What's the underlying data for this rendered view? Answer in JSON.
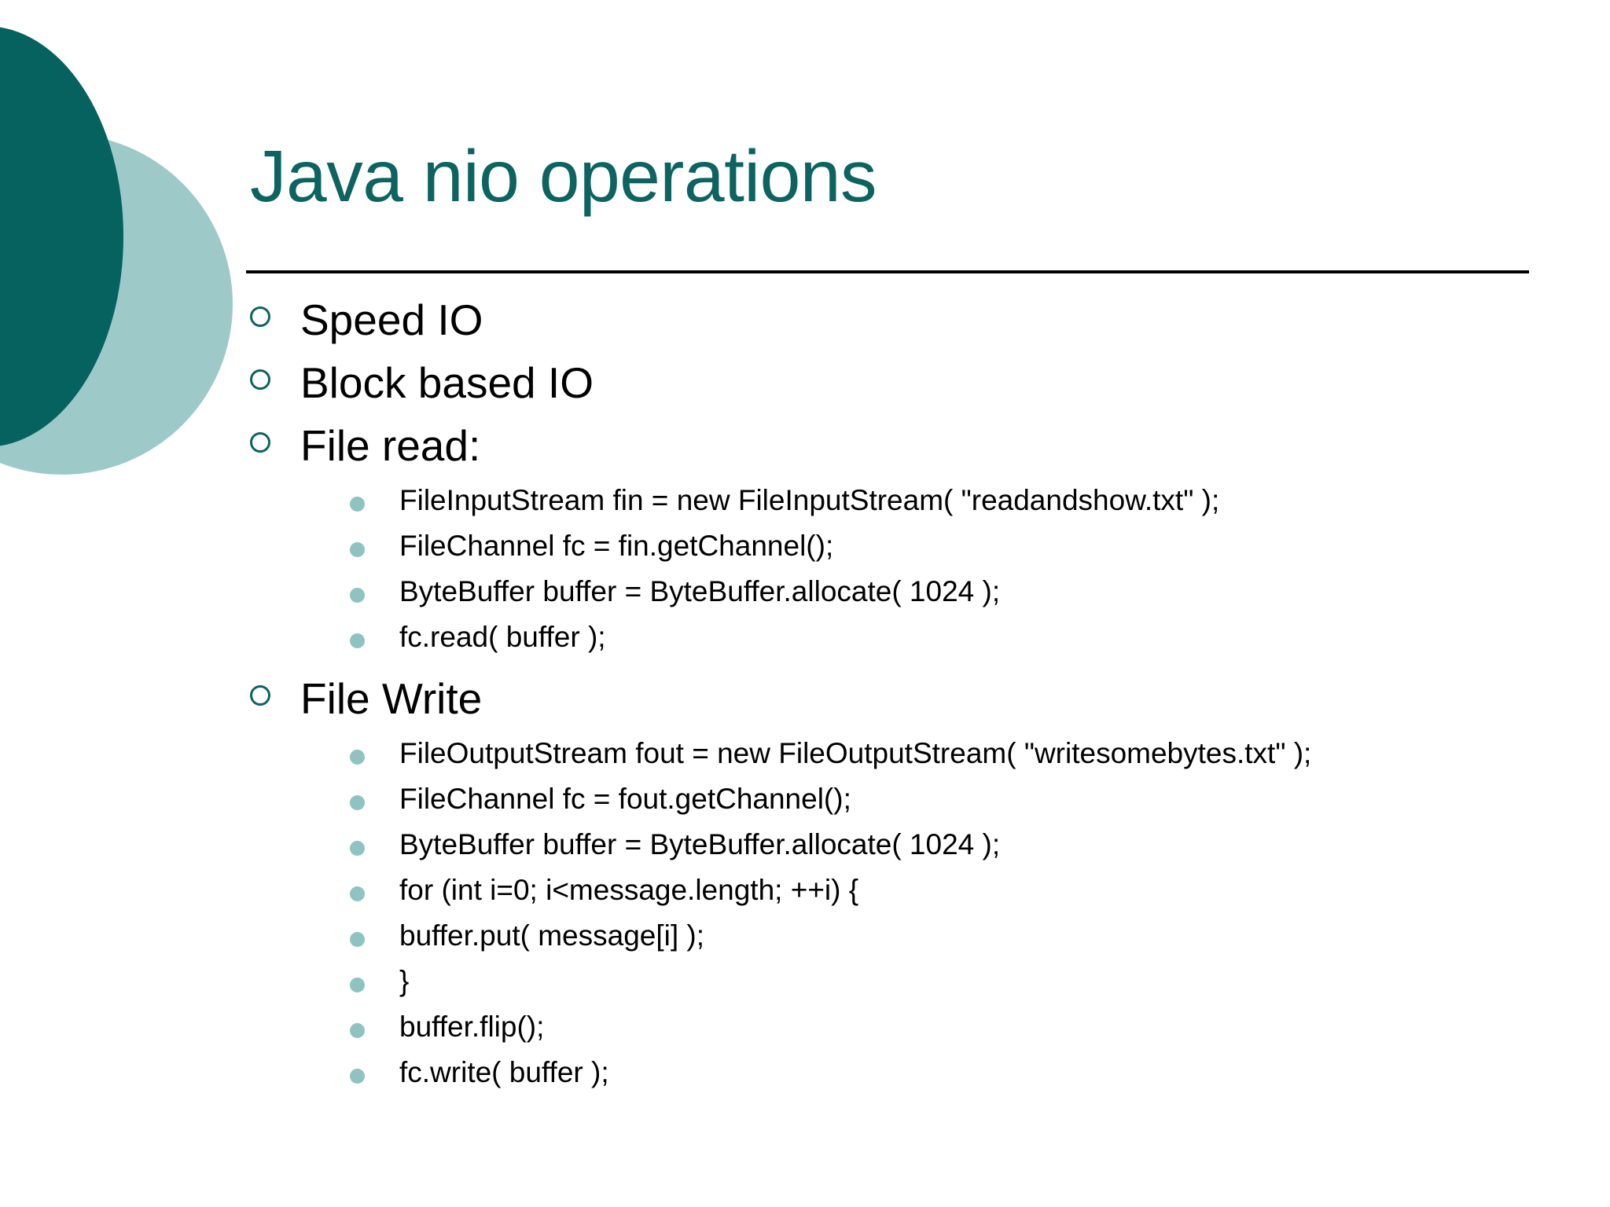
{
  "slide": {
    "title": "Java nio operations",
    "colors": {
      "title_teal": "#0c6360",
      "circle_dark": "#05625f",
      "circle_light": "#9ec9c9",
      "bullet_ring": "#0c6360",
      "bullet_dot": "#8fc3c1",
      "rule": "#000000",
      "background": "#ffffff",
      "body_text": "#000000"
    },
    "bullets": [
      {
        "label": "Speed IO",
        "children": []
      },
      {
        "label": "Block based IO",
        "children": []
      },
      {
        "label": "File read:",
        "children": [
          "FileInputStream fin = new FileInputStream( \"readandshow.txt\" );",
          "FileChannel fc = fin.getChannel();",
          "ByteBuffer buffer = ByteBuffer.allocate( 1024 );",
          "fc.read( buffer );"
        ]
      },
      {
        "label": "File Write",
        "children": [
          "FileOutputStream fout = new FileOutputStream( \"writesomebytes.txt\" );",
          "FileChannel fc = fout.getChannel();",
          "ByteBuffer buffer = ByteBuffer.allocate( 1024 );",
          "for (int i=0; i<message.length; ++i) {",
          "buffer.put( message[i] );",
          "}",
          "buffer.flip();",
          "fc.write( buffer );"
        ]
      }
    ]
  }
}
